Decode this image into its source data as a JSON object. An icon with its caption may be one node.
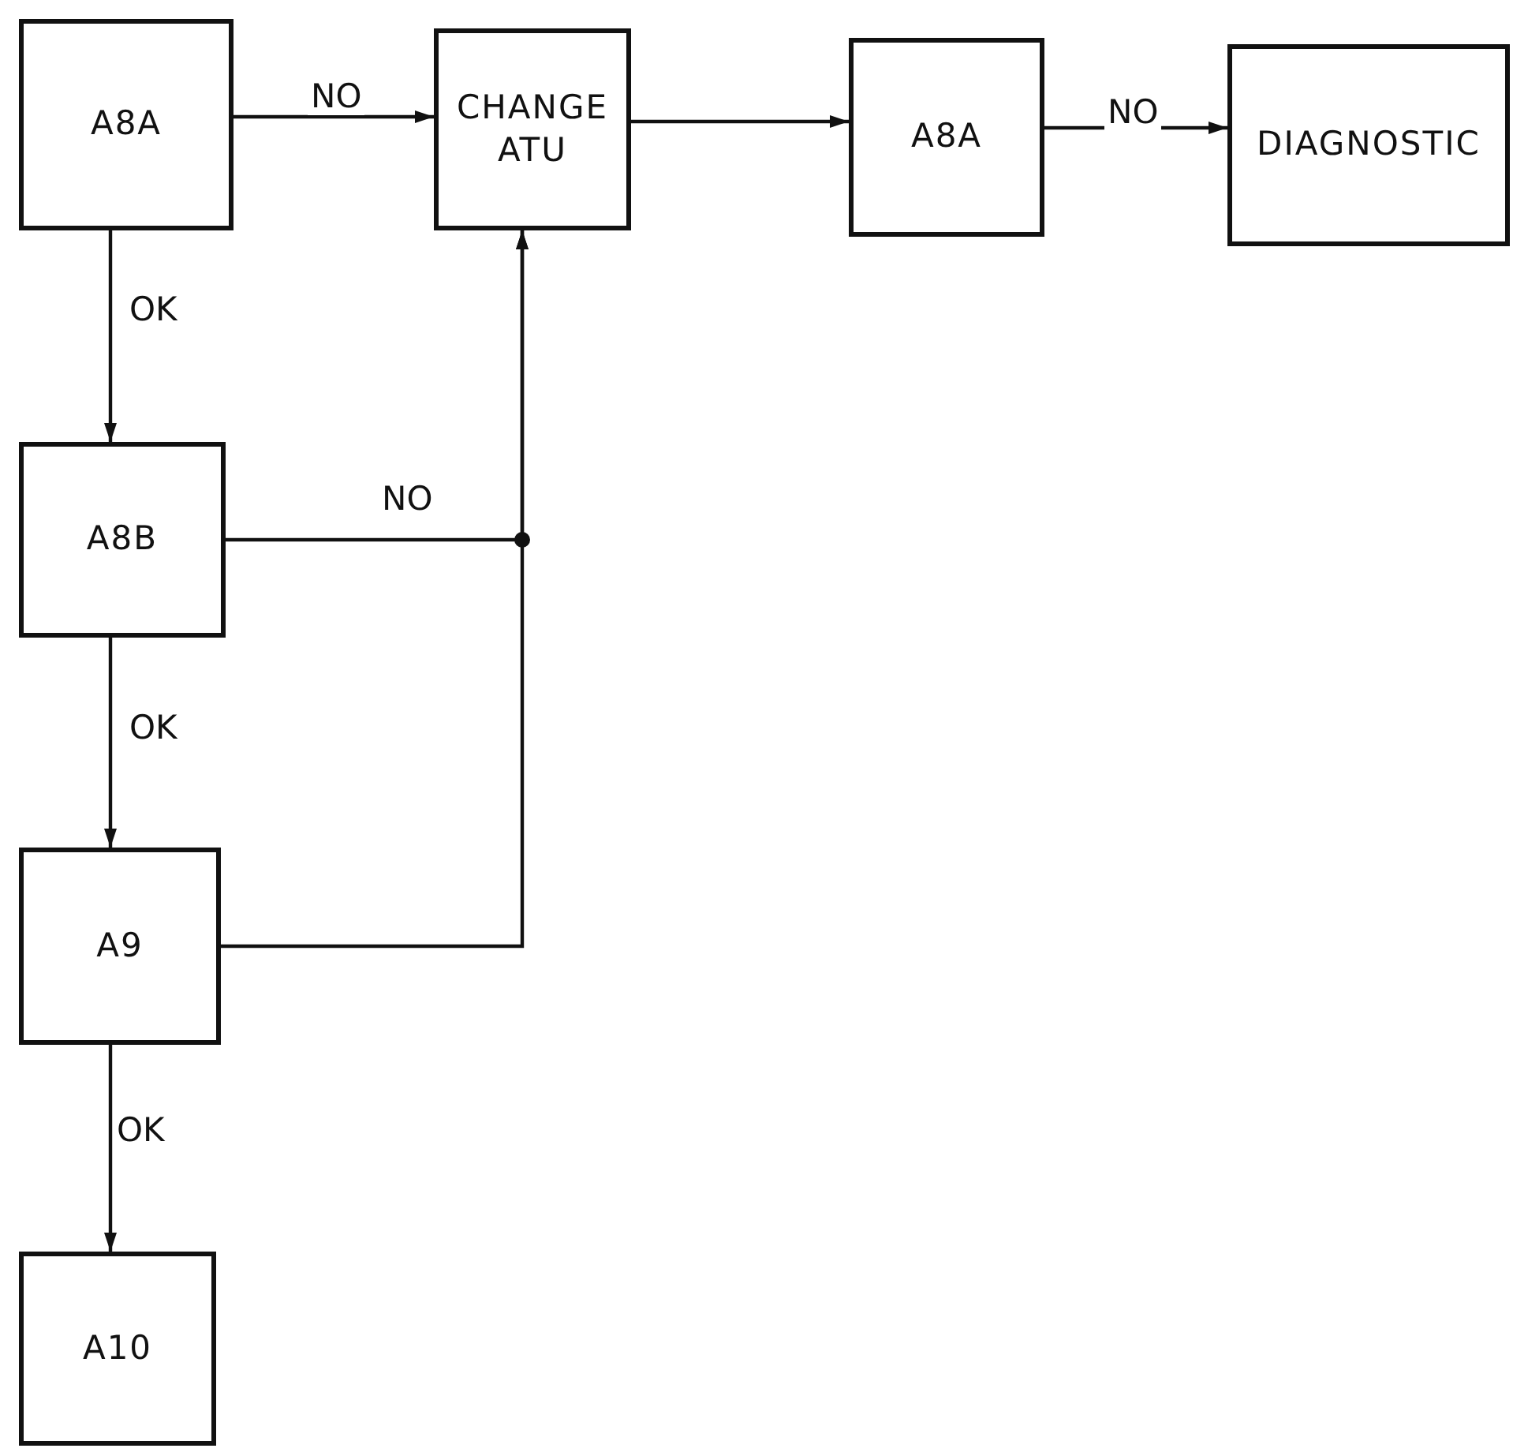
{
  "diagram": {
    "nodes": [
      {
        "text": [
          "A8A"
        ]
      },
      {
        "text": [
          "CHANGE ATU"
        ]
      },
      {
        "text": [
          "A8A"
        ]
      },
      {
        "text": [
          "DIAGNOSTIC"
        ]
      },
      {
        "text": [
          "A8B"
        ]
      },
      {
        "text": [
          "A9"
        ]
      },
      {
        "text": [
          "A10"
        ]
      }
    ],
    "edges": [
      {
        "from": 0,
        "to": 1,
        "arrow": "to",
        "label": "NO"
      },
      {
        "from": 1,
        "to": 2,
        "arrow": "to"
      },
      {
        "from": 2,
        "to": 3,
        "arrow": "to",
        "label": "NO"
      },
      {
        "from": 0,
        "to": 4,
        "arrow": "to",
        "label": "OK"
      },
      {
        "from": 4,
        "to": 1,
        "arrow": "to",
        "label": "NO"
      },
      {
        "from": 4,
        "to": 5,
        "arrow": "to",
        "label": "OK"
      },
      {
        "from": 5,
        "to": 1,
        "arrow": "to"
      },
      {
        "from": 5,
        "to": 6,
        "arrow": "to",
        "label": "OK"
      }
    ]
  }
}
